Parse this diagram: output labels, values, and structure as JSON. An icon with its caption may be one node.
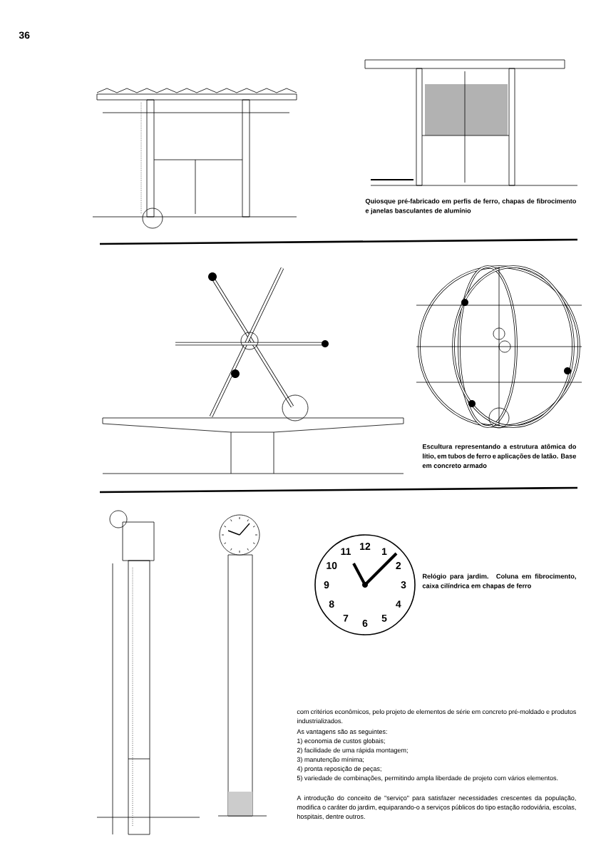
{
  "diagram": {
    "labels": [
      "36",
      "Quiosque pré-fabricado em perfis de ferro, chapas de fibrocimento e janelas basculantes de alumínio",
      "Escultura representando a estrutura atômica do lítio, em tubos de ferro e aplicações de latão.  Base em concreto armado",
      "12",
      "1",
      "2",
      "3",
      "4",
      "5",
      "6",
      "7",
      "8",
      "9",
      "10",
      "11",
      "Relógio para jardim.  Coluna em fibrocimento, caixa cilíndrica em chapas de ferro",
      "com critérios econômicos, pelo projeto de elementos de série em concreto pré-moldado e produtos industrializados.",
      "As vantagens são as seguintes:",
      "1)  economia de custos globais;",
      "2)  facilidade de uma rápida montagem;",
      "3)  manutenção mínima;",
      "4)  pronta reposição de peças;",
      "5)  variedade de combinações, permitindo ampla liberdade de projeto com vários elementos.",
      "A introdução do conceito de \"serviço\" para satisfazer necessidades crescentes da população, modifica o caráter do jardim, equiparando-o a serviços públicos do tipo estação rodoviária, escolas, hospitais, dentre outros."
    ]
  }
}
